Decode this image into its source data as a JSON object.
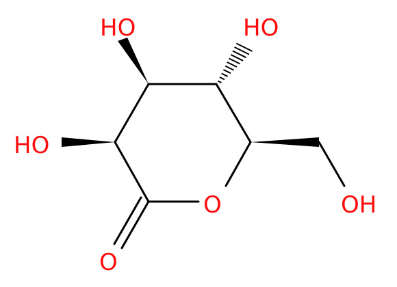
{
  "molecule": {
    "colors": {
      "bond": "#000000",
      "oxygen": "#ff0d0d"
    },
    "labels": {
      "ho_top_left": "HO",
      "ho_top_right": "HO",
      "ho_left": "HO",
      "oh_right": "OH",
      "ring_oxygen": "O",
      "carbonyl_oxygen": "O"
    }
  }
}
